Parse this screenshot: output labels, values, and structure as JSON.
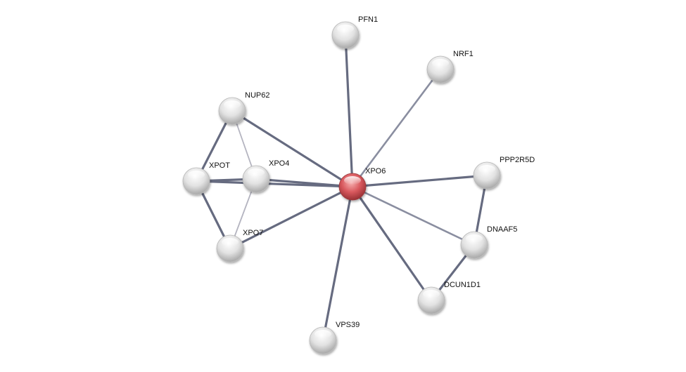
{
  "network": {
    "query_node": "XPO6",
    "nodes": [
      "PFN1",
      "NRF1",
      "NUP62",
      "XPOT",
      "XPO4",
      "XPO6",
      "PPP2R5D",
      "DNAAF5",
      "XPO7",
      "DCUN1D1",
      "VPS39"
    ],
    "edges": [
      {
        "a": "XPO6",
        "b": "PFN1",
        "strength": "strong"
      },
      {
        "a": "XPO6",
        "b": "NRF1",
        "strength": "medium"
      },
      {
        "a": "XPO6",
        "b": "NUP62",
        "strength": "strong"
      },
      {
        "a": "XPO6",
        "b": "XPOT",
        "strength": "strong"
      },
      {
        "a": "XPO6",
        "b": "XPO4",
        "strength": "strong"
      },
      {
        "a": "XPO6",
        "b": "PPP2R5D",
        "strength": "strong"
      },
      {
        "a": "XPO6",
        "b": "DNAAF5",
        "strength": "medium"
      },
      {
        "a": "XPO6",
        "b": "XPO7",
        "strength": "strong"
      },
      {
        "a": "XPO6",
        "b": "DCUN1D1",
        "strength": "strong"
      },
      {
        "a": "XPO6",
        "b": "VPS39",
        "strength": "strong"
      },
      {
        "a": "NUP62",
        "b": "XPOT",
        "strength": "strong"
      },
      {
        "a": "NUP62",
        "b": "XPO4",
        "strength": "weak"
      },
      {
        "a": "XPOT",
        "b": "XPO4",
        "strength": "strong"
      },
      {
        "a": "XPOT",
        "b": "XPO7",
        "strength": "strong"
      },
      {
        "a": "XPO4",
        "b": "XPO7",
        "strength": "weak"
      },
      {
        "a": "PPP2R5D",
        "b": "DNAAF5",
        "strength": "strong"
      },
      {
        "a": "DNAAF5",
        "b": "DCUN1D1",
        "strength": "strong"
      }
    ],
    "colors": {
      "query": "#d9595e",
      "other": "#d8d8d8",
      "edge_strong": "#666b80",
      "edge_medium": "#8a8ea0",
      "edge_weak": "#b4b4c0"
    }
  }
}
